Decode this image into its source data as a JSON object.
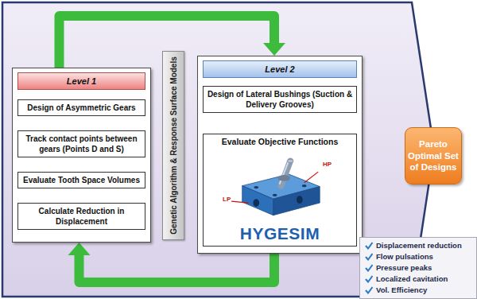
{
  "diagram": {
    "nodes": [
      {
        "text": [
          "Level 1"
        ]
      },
      {
        "text": [
          "Design of Asymmetric Gears"
        ],
        "in": 0
      },
      {
        "text": [
          "Track contact points between gears (Points D and S)"
        ],
        "in": 0
      },
      {
        "text": [
          "Evaluate Tooth Space Volumes"
        ],
        "in": 0
      },
      {
        "text": [
          "Calculate Reduction in Displacement"
        ],
        "in": 0
      },
      {
        "text": [
          "Genetic Algorithm & Response Surface Models"
        ]
      },
      {
        "text": [
          "Level 2"
        ]
      },
      {
        "text": [
          "Design of Lateral Bushings (Suction & Delivery Grooves)"
        ],
        "in": 6
      },
      {
        "text": [
          "Evaluate Objective Functions",
          "HYGESIM"
        ],
        "in": 6
      },
      {
        "text": [
          "Pareto Optimal Set of Designs"
        ]
      },
      {
        "text": [
          "Displacement reduction",
          "Flow pulsations",
          "Pressure peaks",
          "Localized cavitation",
          "Vol. Efficiency"
        ]
      }
    ],
    "edges": [
      {
        "from": 1,
        "to": 2,
        "arrow": "to"
      },
      {
        "from": 2,
        "to": 3,
        "arrow": "to"
      },
      {
        "from": 3,
        "to": 4,
        "arrow": "to"
      },
      {
        "from": 7,
        "to": 8,
        "arrow": "to"
      },
      {
        "from": 8,
        "to": 7,
        "arrow": "to"
      },
      {
        "from": 0,
        "to": 6,
        "arrow": "to"
      },
      {
        "from": 6,
        "to": 0,
        "arrow": "to"
      }
    ],
    "labels": [
      "LP",
      "HP"
    ]
  }
}
